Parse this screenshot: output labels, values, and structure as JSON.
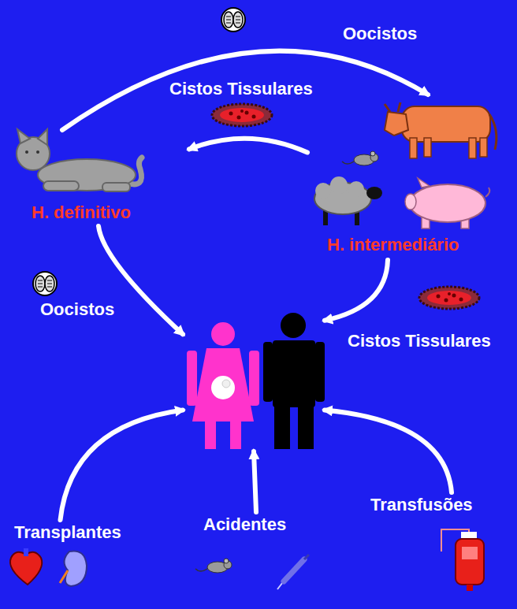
{
  "diagram": {
    "nodes": [
      {
        "text": [
          "H. definitivo"
        ]
      },
      {
        "text": [
          "H. intermediário"
        ]
      },
      {
        "text": []
      },
      {
        "text": [
          "Transplantes"
        ]
      },
      {
        "text": [
          "Acidentes"
        ]
      },
      {
        "text": [
          "Transfusões"
        ]
      }
    ],
    "edges": [
      {
        "from": 0,
        "to": 1,
        "arrow": "to",
        "label": "Oocistos"
      },
      {
        "from": 1,
        "to": 0,
        "arrow": "to",
        "label": "Cistos Tissulares"
      },
      {
        "from": 0,
        "to": 2,
        "arrow": "to",
        "label": "Oocistos"
      },
      {
        "from": 1,
        "to": 2,
        "arrow": "to",
        "label": "Cistos Tissulares"
      },
      {
        "from": 3,
        "to": 2,
        "arrow": "to"
      },
      {
        "from": 4,
        "to": 2,
        "arrow": "to"
      },
      {
        "from": 5,
        "to": 2,
        "arrow": "to"
      }
    ]
  }
}
